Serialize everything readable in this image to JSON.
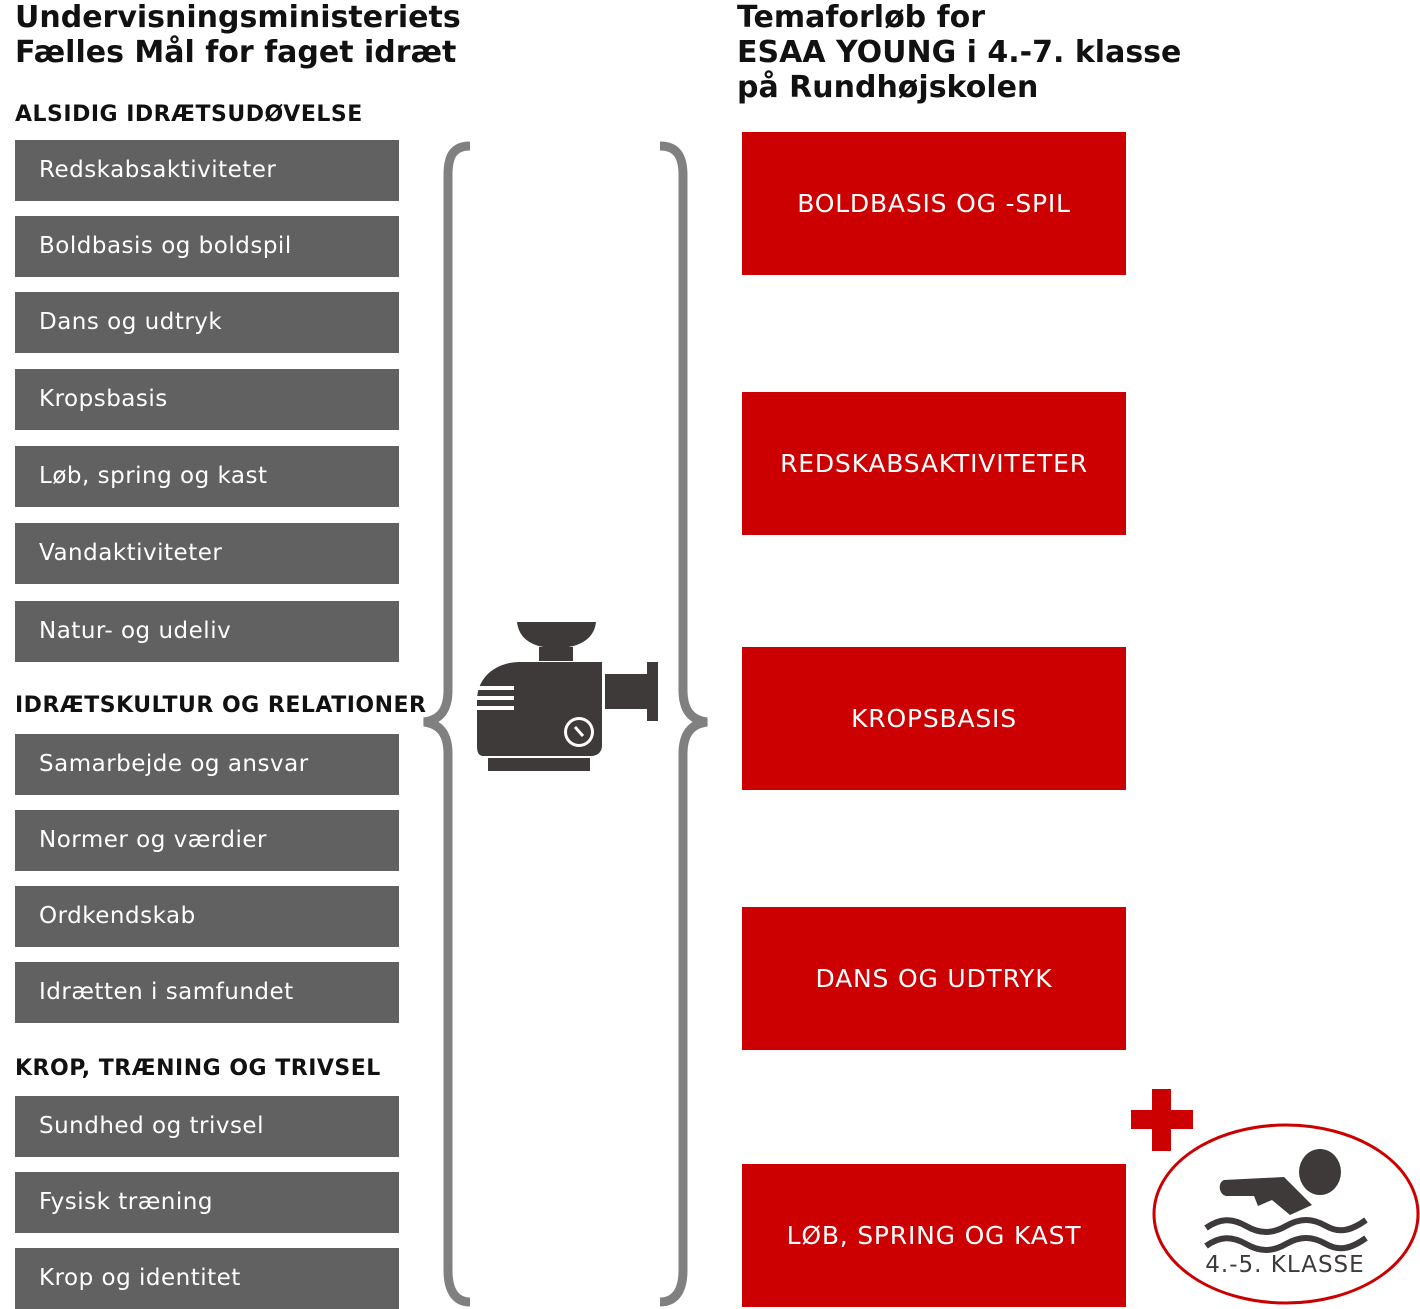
{
  "left": {
    "title": "Undervisningsministeriets\nFælles Mål for faget idræt",
    "groups": [
      {
        "heading": "ALSIDIG IDRÆTSUDØVELSE",
        "items": [
          "Redskabsaktiviteter",
          "Boldbasis og boldspil",
          "Dans og udtryk",
          "Kropsbasis",
          "Løb, spring og kast",
          "Vandaktiviteter",
          "Natur- og udeliv"
        ]
      },
      {
        "heading": "IDRÆTSKULTUR OG RELATIONER",
        "items": [
          "Samarbejde og ansvar",
          "Normer og værdier",
          "Ordkendskab",
          "Idrætten i samfundet"
        ]
      },
      {
        "heading": "KROP, TRÆNING OG TRIVSEL",
        "items": [
          "Sundhed og trivsel",
          "Fysisk træning",
          "Krop og identitet"
        ]
      }
    ]
  },
  "right": {
    "title": "Temaforløb for\nESAA YOUNG i 4.-7. klasse\npå Rundhøjskolen",
    "themes": [
      "BOLDBASIS OG -SPIL",
      "REDSKABSAKTIVITETER",
      "KROPSBASIS",
      "DANS OG UDTRYK",
      "LØB, SPRING OG KAST"
    ],
    "badge": {
      "label": "4.-5. KLASSE",
      "icon": "swimmer-icon"
    }
  },
  "center_icon": "meat-grinder-icon",
  "colors": {
    "grey_box": "#616161",
    "red": "#cc0000",
    "icon": "#3d3a39",
    "brace": "#808080"
  }
}
